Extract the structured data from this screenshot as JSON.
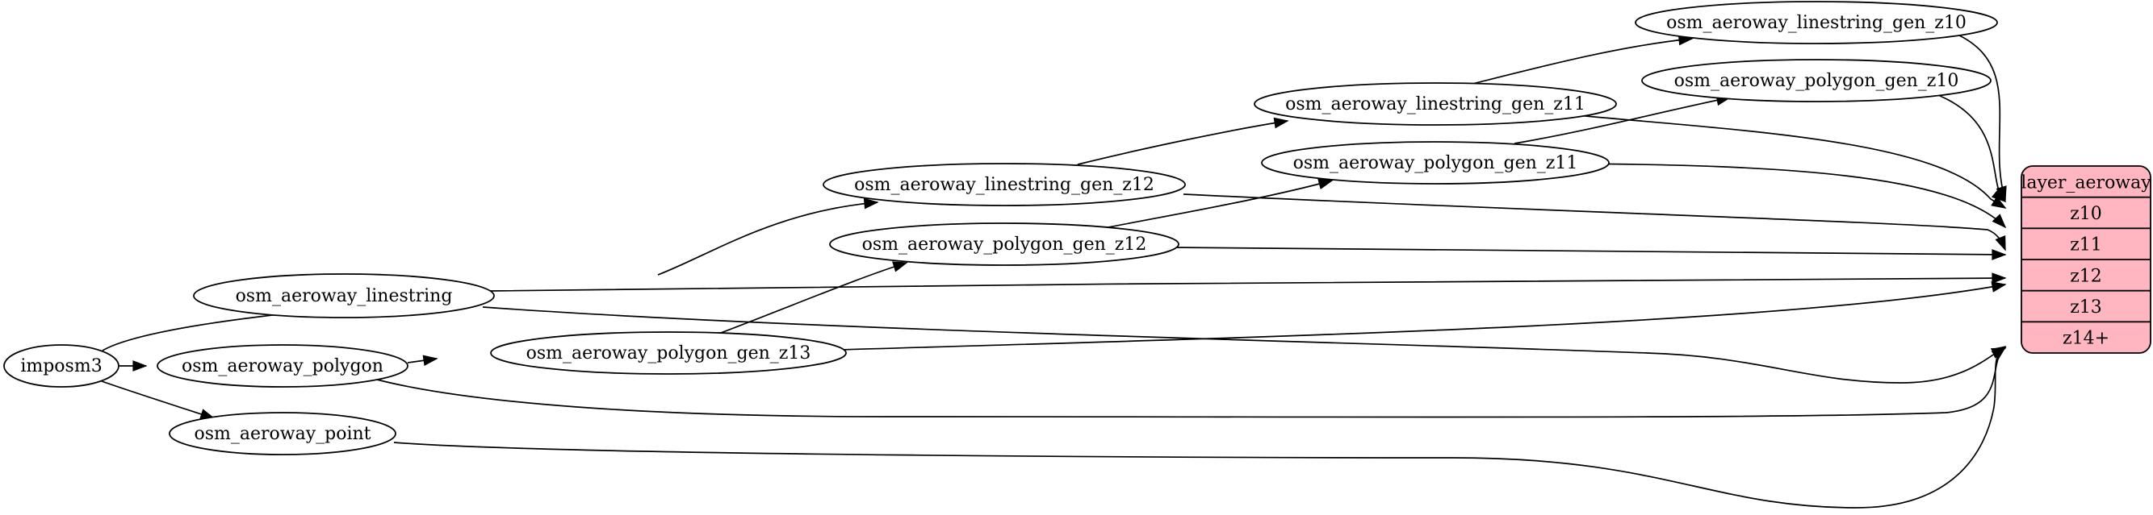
{
  "diagram": {
    "nodes": [
      {
        "id": "imposm3",
        "label": "imposm3"
      },
      {
        "id": "osm_aeroway_linestring",
        "label": "osm_aeroway_linestring"
      },
      {
        "id": "osm_aeroway_polygon",
        "label": "osm_aeroway_polygon"
      },
      {
        "id": "osm_aeroway_point",
        "label": "osm_aeroway_point"
      },
      {
        "id": "osm_aeroway_linestring_gen_z12",
        "label": "osm_aeroway_linestring_gen_z12"
      },
      {
        "id": "osm_aeroway_polygon_gen_z13",
        "label": "osm_aeroway_polygon_gen_z13"
      },
      {
        "id": "osm_aeroway_polygon_gen_z12",
        "label": "osm_aeroway_polygon_gen_z12"
      },
      {
        "id": "osm_aeroway_linestring_gen_z11",
        "label": "osm_aeroway_linestring_gen_z11"
      },
      {
        "id": "osm_aeroway_polygon_gen_z11",
        "label": "osm_aeroway_polygon_gen_z11"
      },
      {
        "id": "osm_aeroway_linestring_gen_z10",
        "label": "osm_aeroway_linestring_gen_z10"
      },
      {
        "id": "osm_aeroway_polygon_gen_z10",
        "label": "osm_aeroway_polygon_gen_z10"
      }
    ],
    "layer": {
      "id": "layer_aeroway",
      "title": "layer_aeroway",
      "ports": [
        "z10",
        "z11",
        "z12",
        "z13",
        "z14+"
      ]
    },
    "edges": [
      {
        "from": "imposm3",
        "to": "osm_aeroway_linestring"
      },
      {
        "from": "imposm3",
        "to": "osm_aeroway_polygon"
      },
      {
        "from": "imposm3",
        "to": "osm_aeroway_point"
      },
      {
        "from": "osm_aeroway_linestring",
        "to": "osm_aeroway_linestring_gen_z12"
      },
      {
        "from": "osm_aeroway_polygon",
        "to": "osm_aeroway_polygon_gen_z13"
      },
      {
        "from": "osm_aeroway_polygon_gen_z13",
        "to": "osm_aeroway_polygon_gen_z12"
      },
      {
        "from": "osm_aeroway_linestring_gen_z12",
        "to": "osm_aeroway_linestring_gen_z11"
      },
      {
        "from": "osm_aeroway_polygon_gen_z12",
        "to": "osm_aeroway_polygon_gen_z11"
      },
      {
        "from": "osm_aeroway_linestring_gen_z11",
        "to": "osm_aeroway_linestring_gen_z10"
      },
      {
        "from": "osm_aeroway_polygon_gen_z11",
        "to": "osm_aeroway_polygon_gen_z10"
      },
      {
        "from": "osm_aeroway_linestring_gen_z10",
        "to": "layer_aeroway:z10"
      },
      {
        "from": "osm_aeroway_polygon_gen_z10",
        "to": "layer_aeroway:z10"
      },
      {
        "from": "osm_aeroway_linestring_gen_z11",
        "to": "layer_aeroway:z11"
      },
      {
        "from": "osm_aeroway_polygon_gen_z11",
        "to": "layer_aeroway:z11"
      },
      {
        "from": "osm_aeroway_linestring_gen_z12",
        "to": "layer_aeroway:z12"
      },
      {
        "from": "osm_aeroway_polygon_gen_z12",
        "to": "layer_aeroway:z12"
      },
      {
        "from": "osm_aeroway_linestring",
        "to": "layer_aeroway:z13"
      },
      {
        "from": "osm_aeroway_polygon_gen_z13",
        "to": "layer_aeroway:z13"
      },
      {
        "from": "osm_aeroway_linestring",
        "to": "layer_aeroway:z14+"
      },
      {
        "from": "osm_aeroway_polygon",
        "to": "layer_aeroway:z14+"
      },
      {
        "from": "osm_aeroway_point",
        "to": "layer_aeroway:z14+"
      }
    ]
  }
}
